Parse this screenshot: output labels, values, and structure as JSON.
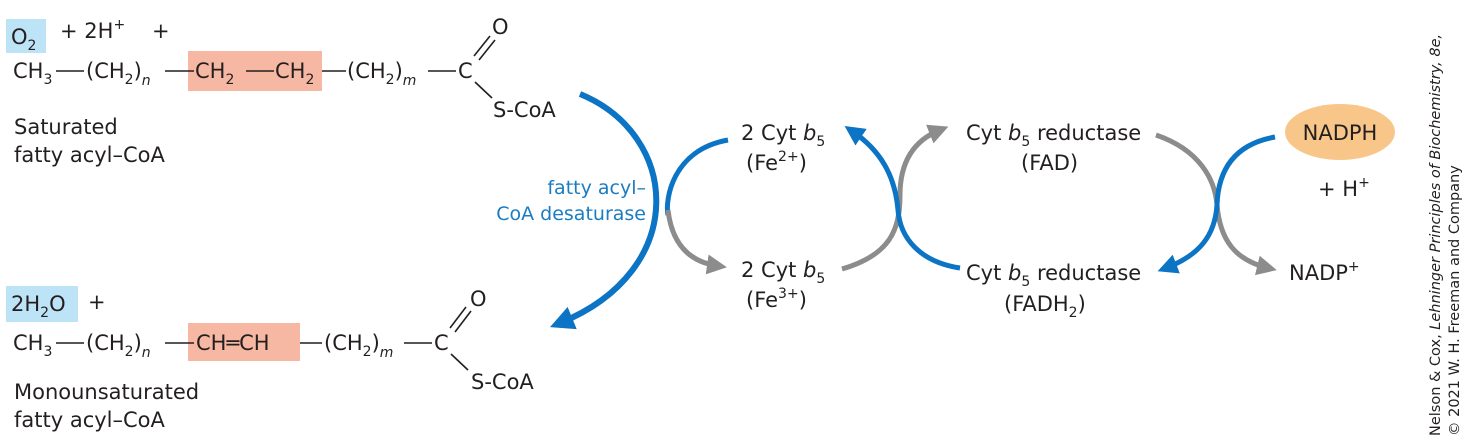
{
  "colors": {
    "blue": "#0b74c4",
    "gray": "#8c8c8c",
    "highlight_blue": "#bde3f6",
    "highlight_salmon": "#f6b8a2",
    "nadph_fill": "#f8c689",
    "enzyme_text": "#1a7cc1"
  },
  "top": {
    "o2": "O",
    "o2_sub": "2",
    "plus_2h": "+  2H",
    "plus_2h_sup": "+",
    "plus_end": "+",
    "ch3": "CH",
    "ch3_sub": "3",
    "ch2n": "(CH",
    "ch2n_sub": "2",
    "ch2n_close": ")",
    "n": "n",
    "ch2a": "CH",
    "ch2a_sub": "2",
    "ch2b": "CH",
    "ch2b_sub": "2",
    "ch2m": "(CH",
    "ch2m_sub": "2",
    "ch2m_close": ")",
    "m": "m",
    "c": "C",
    "o": "O",
    "scoa": "S-CoA",
    "label_line1": "Saturated",
    "label_line2": "fatty acyl–CoA"
  },
  "bottom": {
    "h2o_a": "2H",
    "h2o_sub": "2",
    "h2o_b": "O",
    "plus": "+",
    "ch3": "CH",
    "ch3_sub": "3",
    "ch2n": "(CH",
    "ch2n_sub": "2",
    "ch2n_close": ")",
    "n": "n",
    "chch": "CH═CH",
    "ch2m": "(CH",
    "ch2m_sub": "2",
    "ch2m_close": ")",
    "m": "m",
    "c": "C",
    "o": "O",
    "scoa": "S-CoA",
    "label_line1": "Monounsaturated",
    "label_line2": "fatty acyl–CoA"
  },
  "enzyme": {
    "line1": "fatty acyl–",
    "line2": "CoA desaturase"
  },
  "cyt_b5_fe2": {
    "prefix": "2 Cyt ",
    "b": "b",
    "sub": "5",
    "state": "(Fe",
    "state_sup": "2+",
    "state_close": ")"
  },
  "cyt_b5_fe3": {
    "prefix": "2 Cyt ",
    "b": "b",
    "sub": "5",
    "state": "(Fe",
    "state_sup": "3+",
    "state_close": ")"
  },
  "reductase_fad": {
    "prefix": "Cyt ",
    "b": "b",
    "sub": "5",
    "suffix": " reductase",
    "state": "(FAD)"
  },
  "reductase_fadh2": {
    "prefix": "Cyt ",
    "b": "b",
    "sub": "5",
    "suffix": " reductase",
    "state": "(FADH",
    "state_sub": "2",
    "state_close": ")"
  },
  "nadph": {
    "label": "NADPH",
    "plus_h": "+ H",
    "plus_h_sup": "+",
    "nadp": "NADP",
    "nadp_sup": "+"
  },
  "credit": {
    "line1_a": "Nelson & Cox, ",
    "line1_b": "Lehninger Principles of Biochemistry, 8e,",
    "line2": "© 2021 W. H. Freeman and Company"
  }
}
